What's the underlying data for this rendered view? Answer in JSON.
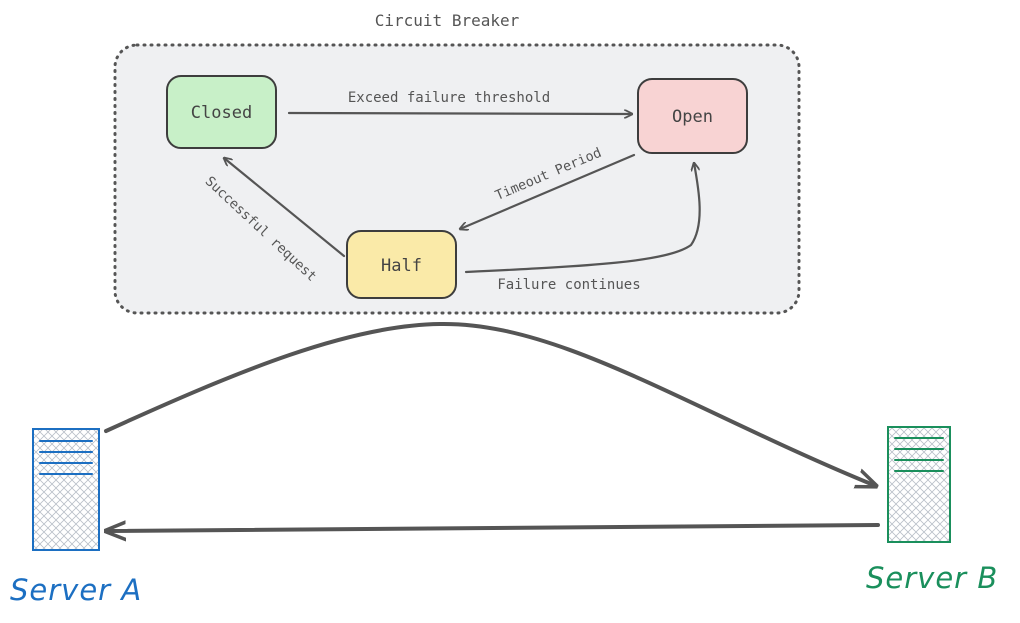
{
  "group": {
    "title": "Circuit Breaker"
  },
  "states": {
    "closed": {
      "label": "Closed",
      "fill": "#c8f0c8",
      "stroke": "#3d3d3d"
    },
    "open": {
      "label": "Open",
      "fill": "#f8d3d3",
      "stroke": "#3d3d3d"
    },
    "half": {
      "label": "Half",
      "fill": "#faeaa8",
      "stroke": "#3d3d3d"
    }
  },
  "transitions": {
    "exceed": "Exceed failure threshold",
    "timeout": "Timeout Period",
    "success": "Successful request",
    "failure": "Failure continues"
  },
  "servers": {
    "a": {
      "label": "Server A",
      "color": "#1c6fc2"
    },
    "b": {
      "label": "Server B",
      "color": "#1a8f5c"
    }
  },
  "colors": {
    "group_fill": "#eff0f2",
    "group_border": "#555555",
    "arrow": "#555555",
    "text": "#555555"
  }
}
